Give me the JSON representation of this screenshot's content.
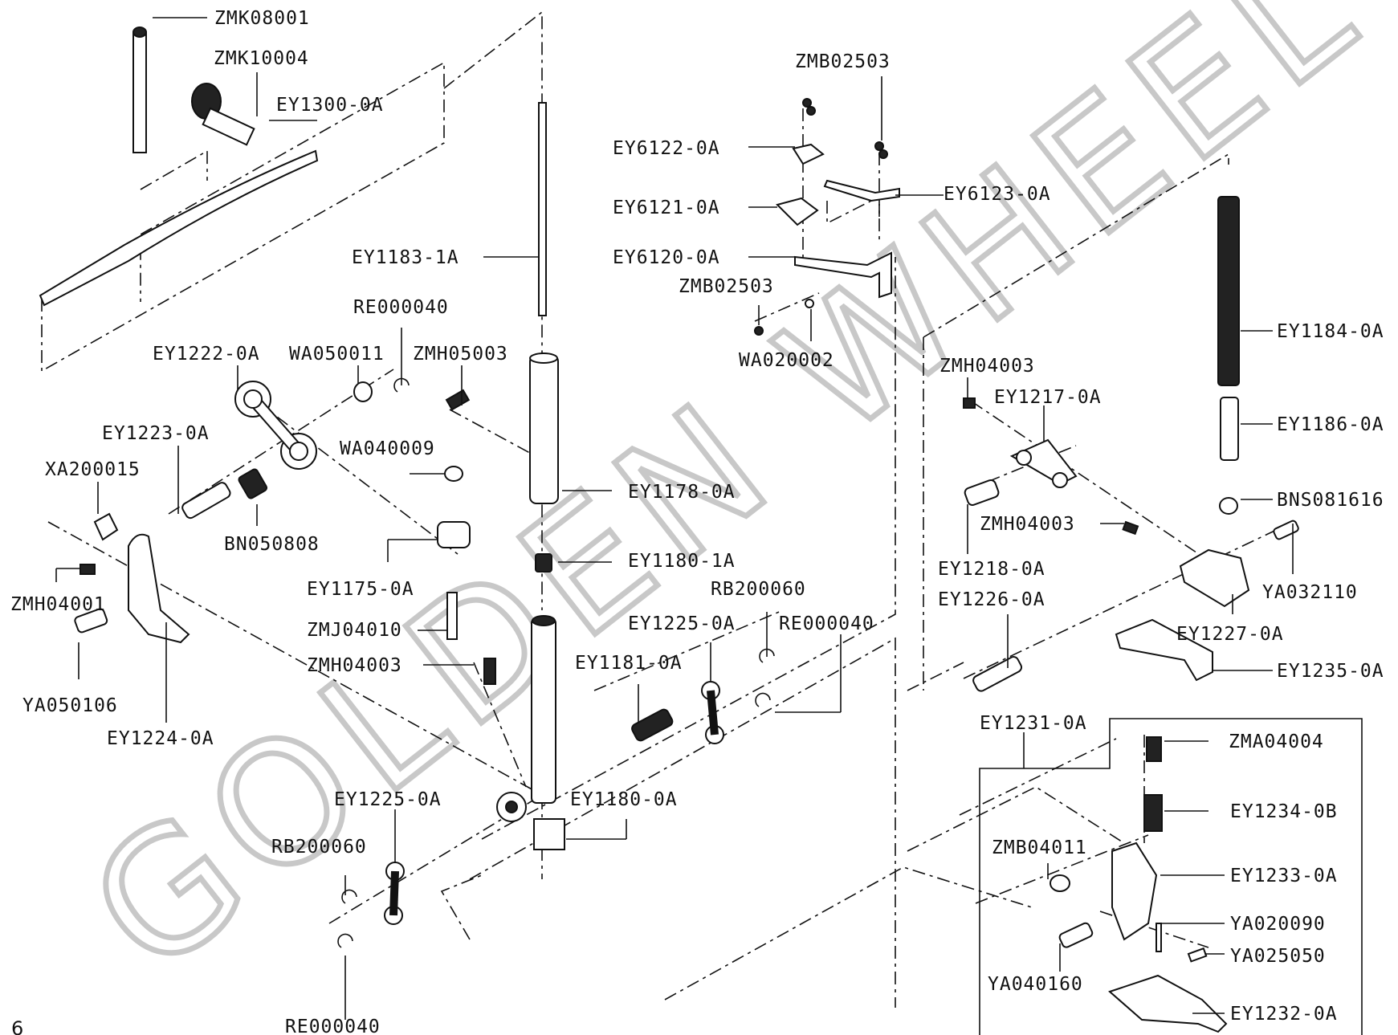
{
  "watermark": "GOLDEN WHEEL",
  "page_number": "6",
  "labels": {
    "zmk08001": "ZMK08001",
    "zmk10004": "ZMK10004",
    "ey1300": "EY1300-0A",
    "ey1183": "EY1183-1A",
    "re000040_a": "RE000040",
    "ey1222": "EY1222-0A",
    "wa050011": "WA050011",
    "zmh05003": "ZMH05003",
    "ey1223": "EY1223-0A",
    "wa040009": "WA040009",
    "xa200015": "XA200015",
    "bn050808": "BN050808",
    "ey1178": "EY1178-0A",
    "ey1175": "EY1175-0A",
    "zmh04001": "ZMH04001",
    "ey1180_1a": "EY1180-1A",
    "zmj04010": "ZMJ04010",
    "rb200060_a": "RB200060",
    "ey1225_a": "EY1225-0A",
    "re000040_b": "RE000040",
    "ya050106": "YA050106",
    "zmh04003_a": "ZMH04003",
    "ey1181": "EY1181-0A",
    "ey1224": "EY1224-0A",
    "ey1225_b": "EY1225-0A",
    "ey1180_0a": "EY1180-0A",
    "rb200060_b": "RB200060",
    "re000040_c": "RE000040",
    "zmb02503_a": "ZMB02503",
    "ey6122": "EY6122-0A",
    "ey6123": "EY6123-0A",
    "ey6121": "EY6121-0A",
    "ey6120": "EY6120-0A",
    "zmb02503_b": "ZMB02503",
    "wa020002": "WA020002",
    "ey1184": "EY1184-0A",
    "zmh04003_b": "ZMH04003",
    "ey1217": "EY1217-0A",
    "ey1186": "EY1186-0A",
    "bns081616": "BNS081616",
    "zmh04003_c": "ZMH04003",
    "ey1218": "EY1218-0A",
    "ya032110": "YA032110",
    "ey1226": "EY1226-0A",
    "ey1227": "EY1227-0A",
    "ey1235": "EY1235-0A",
    "ey1231": "EY1231-0A",
    "zma04004": "ZMA04004",
    "ey1234": "EY1234-0B",
    "zmb04011": "ZMB04011",
    "ey1233": "EY1233-0A",
    "ya020090": "YA020090",
    "ya025050": "YA025050",
    "ya040160": "YA040160",
    "ey1232": "EY1232-0A"
  }
}
